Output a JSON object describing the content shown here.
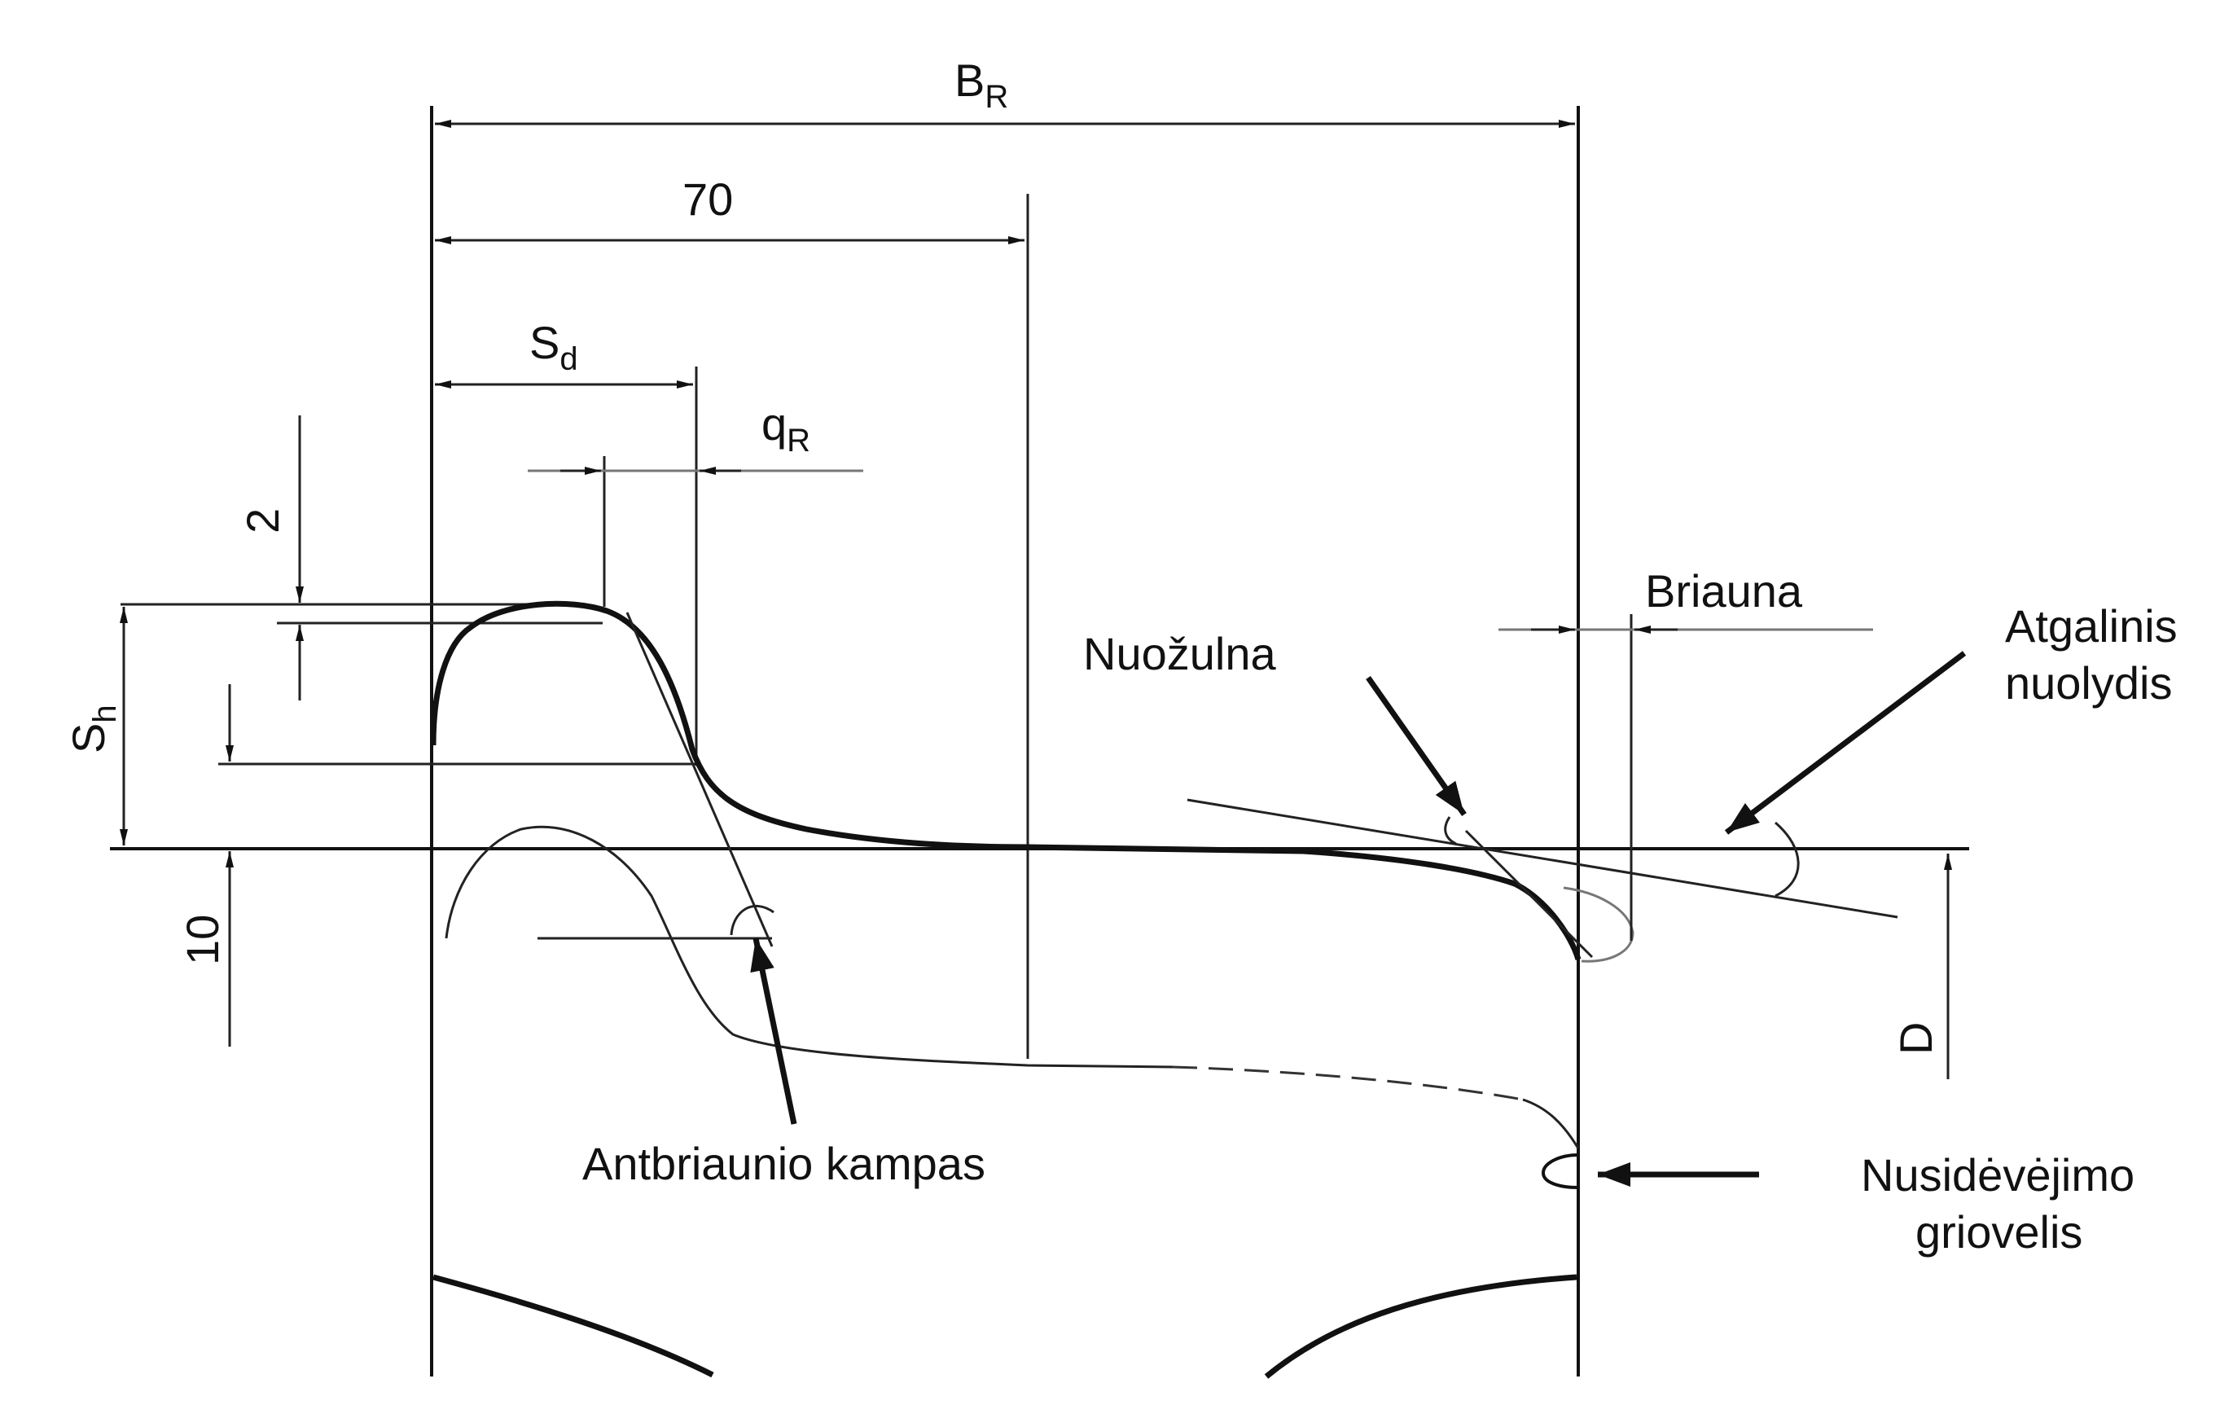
{
  "labels": {
    "br_main": "B",
    "br_sub": "R",
    "seventy": "70",
    "sd_main": "S",
    "sd_sub": "d",
    "qr_main": "q",
    "qr_sub": "R",
    "two": "2",
    "sh_main": "S",
    "sh_sub": "h",
    "ten": "10",
    "d": "D",
    "briauna": "Briauna",
    "nuozulna": "Nuožulna",
    "atgalinis_1": "Atgalinis",
    "atgalinis_2": "nuolydis",
    "antbriaunio": "Antbriaunio kampas",
    "nusidevejimo_1": "Nusidėvėjimo",
    "nusidevejimo_2": "griovelis"
  }
}
